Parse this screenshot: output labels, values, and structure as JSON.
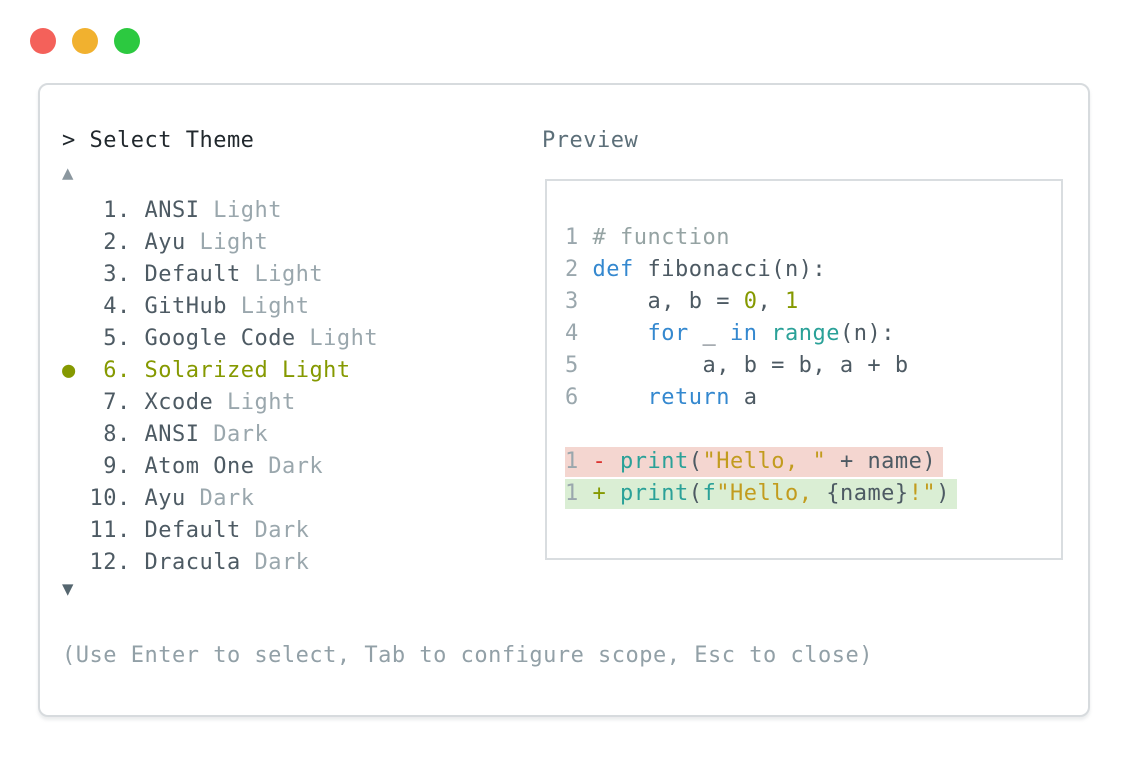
{
  "window": {
    "controls": [
      {
        "name": "close",
        "color": "#f4615a"
      },
      {
        "name": "minimize",
        "color": "#f1b12f"
      },
      {
        "name": "zoom",
        "color": "#2cc940"
      }
    ]
  },
  "prompt": {
    "text": "> Select Theme"
  },
  "theme_list": {
    "scroll_up_icon": "▲",
    "scroll_down_icon": "▼",
    "selected_marker": "●",
    "selected_number": 6,
    "items": [
      {
        "number": 1,
        "name": "ANSI",
        "variant": "Light",
        "selected": false
      },
      {
        "number": 2,
        "name": "Ayu",
        "variant": "Light",
        "selected": false
      },
      {
        "number": 3,
        "name": "Default",
        "variant": "Light",
        "selected": false
      },
      {
        "number": 4,
        "name": "GitHub",
        "variant": "Light",
        "selected": false
      },
      {
        "number": 5,
        "name": "Google Code",
        "variant": "Light",
        "selected": false
      },
      {
        "number": 6,
        "name": "Solarized",
        "variant": "Light",
        "selected": true
      },
      {
        "number": 7,
        "name": "Xcode",
        "variant": "Light",
        "selected": false
      },
      {
        "number": 8,
        "name": "ANSI",
        "variant": "Dark",
        "selected": false
      },
      {
        "number": 9,
        "name": "Atom One",
        "variant": "Dark",
        "selected": false
      },
      {
        "number": 10,
        "name": "Ayu",
        "variant": "Dark",
        "selected": false
      },
      {
        "number": 11,
        "name": "Default",
        "variant": "Dark",
        "selected": false
      },
      {
        "number": 12,
        "name": "Dracula",
        "variant": "Dark",
        "selected": false
      }
    ]
  },
  "preview": {
    "label": "Preview",
    "code_lines": [
      {
        "num": "1",
        "diff": "none",
        "segments": [
          [
            "comment",
            "# function"
          ]
        ]
      },
      {
        "num": "2",
        "diff": "none",
        "segments": [
          [
            "keyword",
            "def"
          ],
          [
            "default",
            " fibonacci(n):"
          ]
        ]
      },
      {
        "num": "3",
        "diff": "none",
        "segments": [
          [
            "default",
            "    a, b = "
          ],
          [
            "number",
            "0"
          ],
          [
            "default",
            ", "
          ],
          [
            "number",
            "1"
          ]
        ]
      },
      {
        "num": "4",
        "diff": "none",
        "segments": [
          [
            "default",
            "    "
          ],
          [
            "keyword",
            "for"
          ],
          [
            "default",
            " _ "
          ],
          [
            "keyword",
            "in"
          ],
          [
            "default",
            " "
          ],
          [
            "builtin",
            "range"
          ],
          [
            "default",
            "(n):"
          ]
        ]
      },
      {
        "num": "5",
        "diff": "none",
        "segments": [
          [
            "default",
            "        a, b = b, a + b"
          ]
        ]
      },
      {
        "num": "6",
        "diff": "none",
        "segments": [
          [
            "default",
            "    "
          ],
          [
            "keyword",
            "return"
          ],
          [
            "default",
            " a"
          ]
        ]
      },
      {
        "num": "",
        "diff": "none",
        "segments": []
      },
      {
        "num": "1",
        "diff": "removed",
        "segments": [
          [
            "diff-removed-marker",
            "-"
          ],
          [
            "default",
            " "
          ],
          [
            "builtin",
            "print"
          ],
          [
            "default",
            "("
          ],
          [
            "string",
            "\"Hello, \""
          ],
          [
            "default",
            " + name)"
          ]
        ]
      },
      {
        "num": "1",
        "diff": "added",
        "segments": [
          [
            "diff-added-marker",
            "+"
          ],
          [
            "default",
            " "
          ],
          [
            "builtin",
            "print"
          ],
          [
            "default",
            "("
          ],
          [
            "builtin",
            "f"
          ],
          [
            "string",
            "\"Hello, "
          ],
          [
            "default",
            "{name}"
          ],
          [
            "string",
            "!\""
          ],
          [
            "default",
            ")"
          ]
        ]
      }
    ]
  },
  "hint": {
    "text": "(Use Enter to select, Tab to configure scope, Esc to close)"
  },
  "colors": {
    "selected_accent": "#859900",
    "keyword_blue": "#3488cf",
    "builtin_teal": "#2aa198",
    "string_gold": "#c29c1e",
    "number_olive": "#859900",
    "comment_gray": "#95a3a3",
    "text_dark": "#4d5a63",
    "text_muted": "#9aa7ad",
    "diff_removed_bg": "#f4d6d0",
    "diff_added_bg": "#daeed4",
    "diff_removed_marker": "#dc322f",
    "panel_border": "#d7dbde"
  }
}
